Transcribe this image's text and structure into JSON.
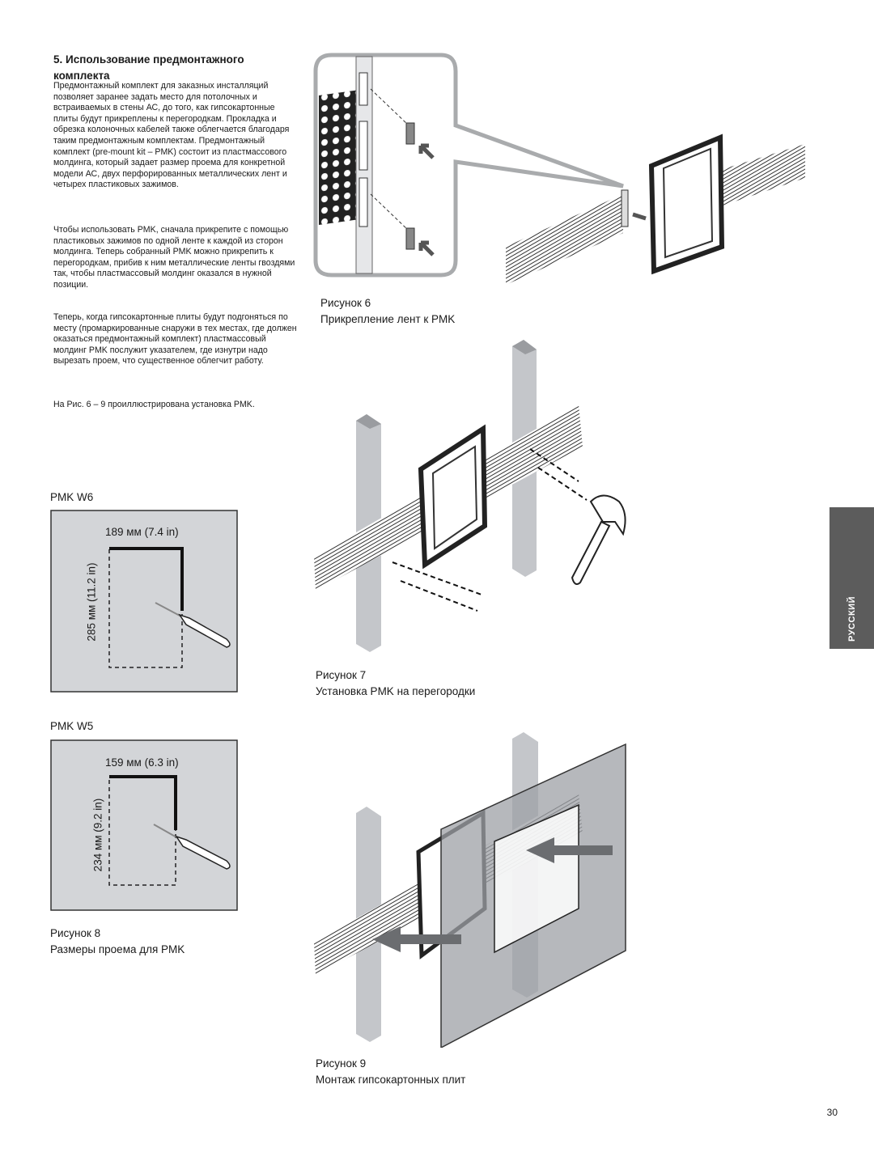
{
  "section": {
    "heading": "5. Использование предмонтажного комплекта",
    "paragraphs": [
      "Предмонтажный комплект для заказных инсталляций позволяет заранее задать место для потолочных и встраиваемых в стены АС, до того, как гипсокартонные плиты будут прикреплены к перегородкам. Прокладка и обрезка колоночных кабелей также облегчается благодаря таким предмонтажным комплектам. Предмонтажный комплект (pre-mount kit – PMK) состоит из пластмассового молдинга, который задает размер проема для конкретной модели АС, двух перфорированных металлических лент и четырех пластиковых зажимов.",
      "Чтобы использовать PMK, сначала прикрепите с помощью пластиковых зажимов по одной ленте к каждой из сторон молдинга. Теперь собранный PMK можно прикрепить к перегородкам, прибив к ним металлические ленты гвоздями так, чтобы пластмассовый молдинг оказался в нужной позиции.",
      "Теперь, когда гипсокартонные плиты будут подгоняться по месту (промаркированные снаружи в тех местах, где должен оказаться предмонтажный комплект) пластмассовый молдинг PMK послужит указателем, где изнутри надо вырезать проем, что существенное облегчит работу.",
      "На Рис. 6 – 9 проиллюстрирована установка PMK."
    ]
  },
  "figures": {
    "fig6": {
      "title": "Рисунок 6",
      "caption": "Прикрепление лент к PMK"
    },
    "fig7": {
      "title": "Рисунок 7",
      "caption": "Установка PMK на перегородки"
    },
    "fig8": {
      "title": "Рисунок 8",
      "caption": "Размеры проема для PMK"
    },
    "fig9": {
      "title": "Рисунок 9",
      "caption": "Монтаж гипсокартонных плит"
    }
  },
  "pmk_w6": {
    "label": "PMK W6",
    "width_dim": "189 мм (7.4 in)",
    "height_dim": "285 мм (11.2 in)"
  },
  "pmk_w5": {
    "label": "PMK W5",
    "width_dim": "159 мм (6.3 in)",
    "height_dim": "234 мм (9.2 in)"
  },
  "side_tab": {
    "label": "РУССКИЙ",
    "color": "#5c5c5c"
  },
  "page_number": "30",
  "colors": {
    "diagram_box": "#d3d5d8",
    "stud": "#c4c6ca",
    "drywall": "#b0b2b6"
  }
}
